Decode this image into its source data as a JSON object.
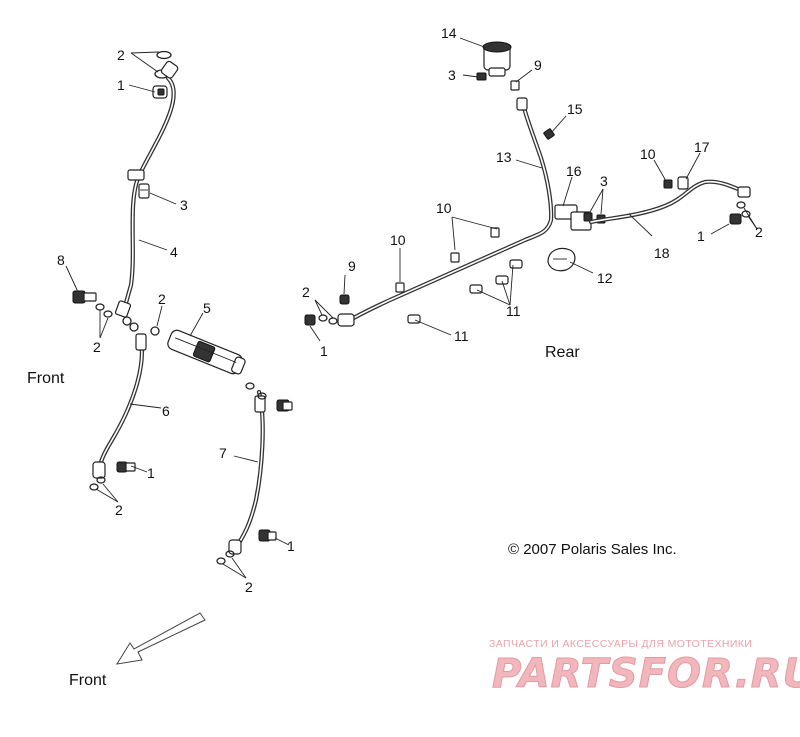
{
  "callouts": {
    "front_top_2": "2",
    "front_top_1": "1",
    "front_clip_3": "3",
    "front_hose_4": "4",
    "front_bolt_8": "8",
    "front_washers_2a": "2",
    "front_washer_2b": "2",
    "front_block_5": "5",
    "front_hose_6": "6",
    "front_bolt_1a": "1",
    "front_washers_2c": "2",
    "front_hose_7": "7",
    "front_bolt_1b": "1",
    "front_washers_2d": "2",
    "rear_reservoir_14": "14",
    "rear_screw_3": "3",
    "rear_fitting_9": "9",
    "rear_fitting_15": "15",
    "rear_line_13": "13",
    "rear_bracket_16": "16",
    "rear_screw_3b": "3",
    "rear_bolt_10a": "10",
    "rear_clip_17": "17",
    "rear_bolt_1": "1",
    "rear_washers_2": "2",
    "rear_hose_18": "18",
    "rear_clamp_12": "12",
    "rear_clips_10b": "10",
    "rear_clips_10c": "10",
    "rear_fitting_9b": "9",
    "rear_washers_2b": "2",
    "rear_bolt_1c": "1",
    "rear_clips_11a": "11",
    "rear_clips_11b": "11"
  },
  "captions": {
    "front_left": "Front",
    "front_bottom": "Front",
    "rear": "Rear"
  },
  "copyright": "© 2007 Polaris Sales Inc.",
  "watermark": {
    "tagline": "ЗАПЧАСТИ И АКСЕССУАРЫ ДЛЯ МОТОТЕХНИКИ",
    "logo": "PARTSFOR.RU"
  }
}
